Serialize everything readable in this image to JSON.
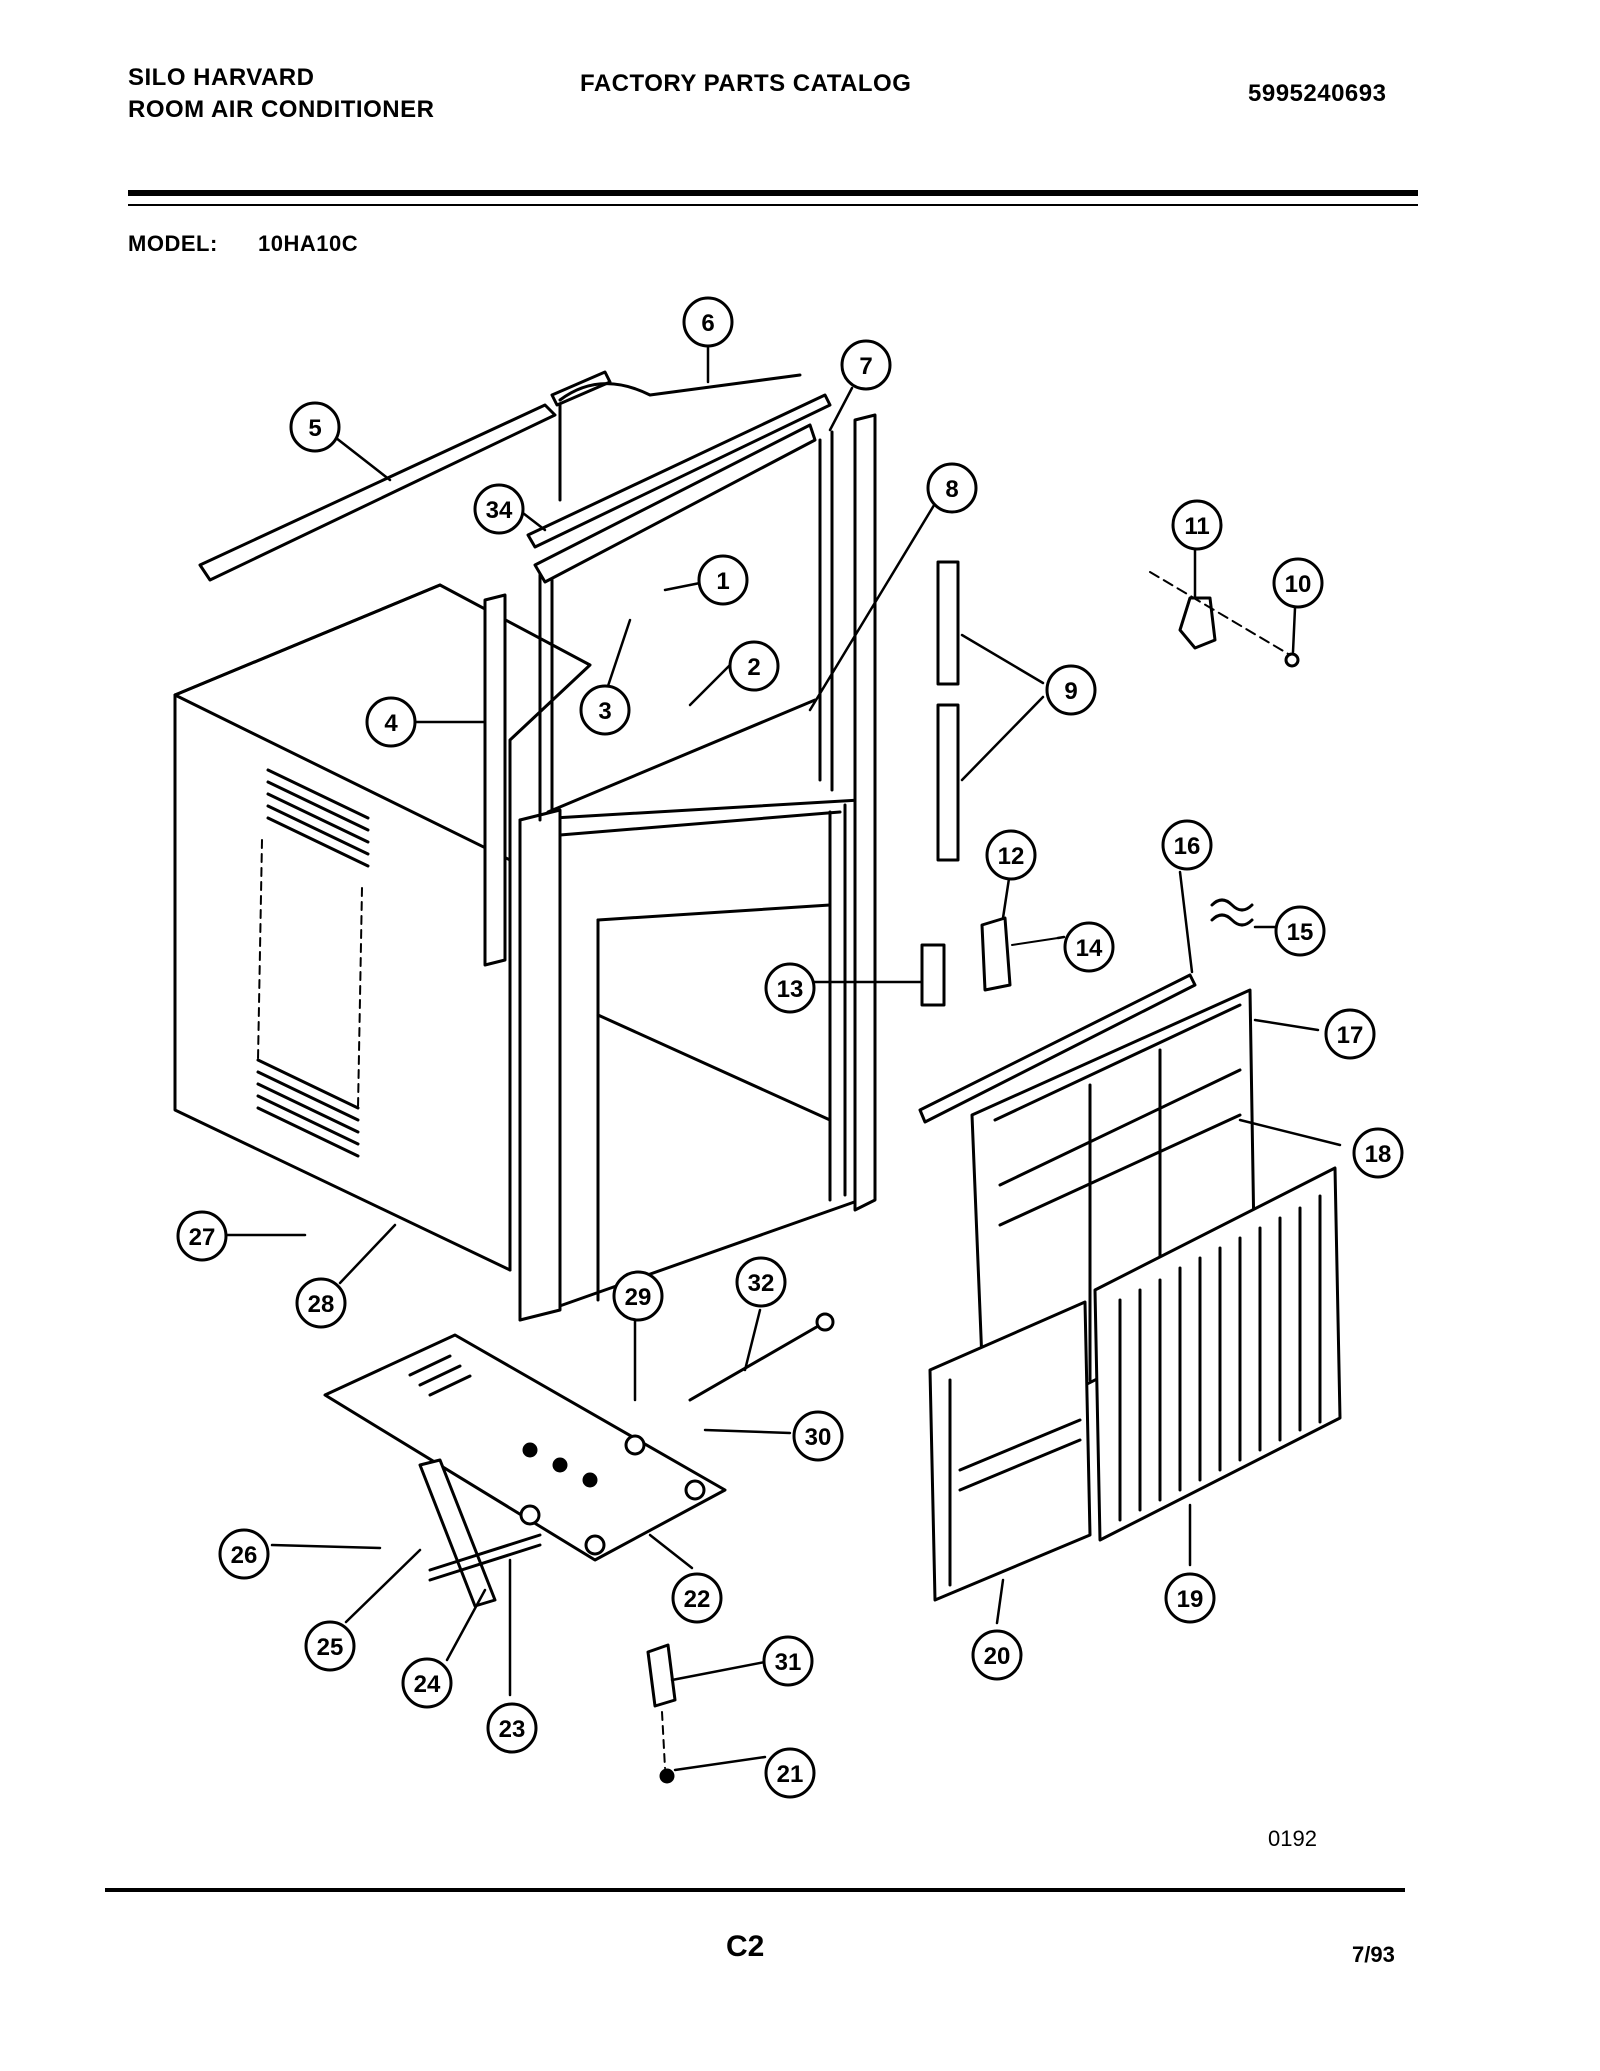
{
  "header": {
    "brand_line1": "SILO HARVARD",
    "brand_line2": "ROOM AIR CONDITIONER",
    "catalog_title": "FACTORY PARTS CATALOG",
    "catalog_number": "5995240693",
    "model_label": "MODEL:",
    "model_value": "10HA10C"
  },
  "diagram": {
    "callouts": [
      "1",
      "2",
      "3",
      "4",
      "5",
      "6",
      "7",
      "8",
      "9",
      "10",
      "11",
      "12",
      "13",
      "14",
      "15",
      "16",
      "17",
      "18",
      "19",
      "20",
      "21",
      "22",
      "23",
      "24",
      "25",
      "26",
      "27",
      "28",
      "29",
      "30",
      "31",
      "32",
      "34"
    ],
    "drawing_code": "0192"
  },
  "footer": {
    "page_code": "C2",
    "date": "7/93"
  }
}
